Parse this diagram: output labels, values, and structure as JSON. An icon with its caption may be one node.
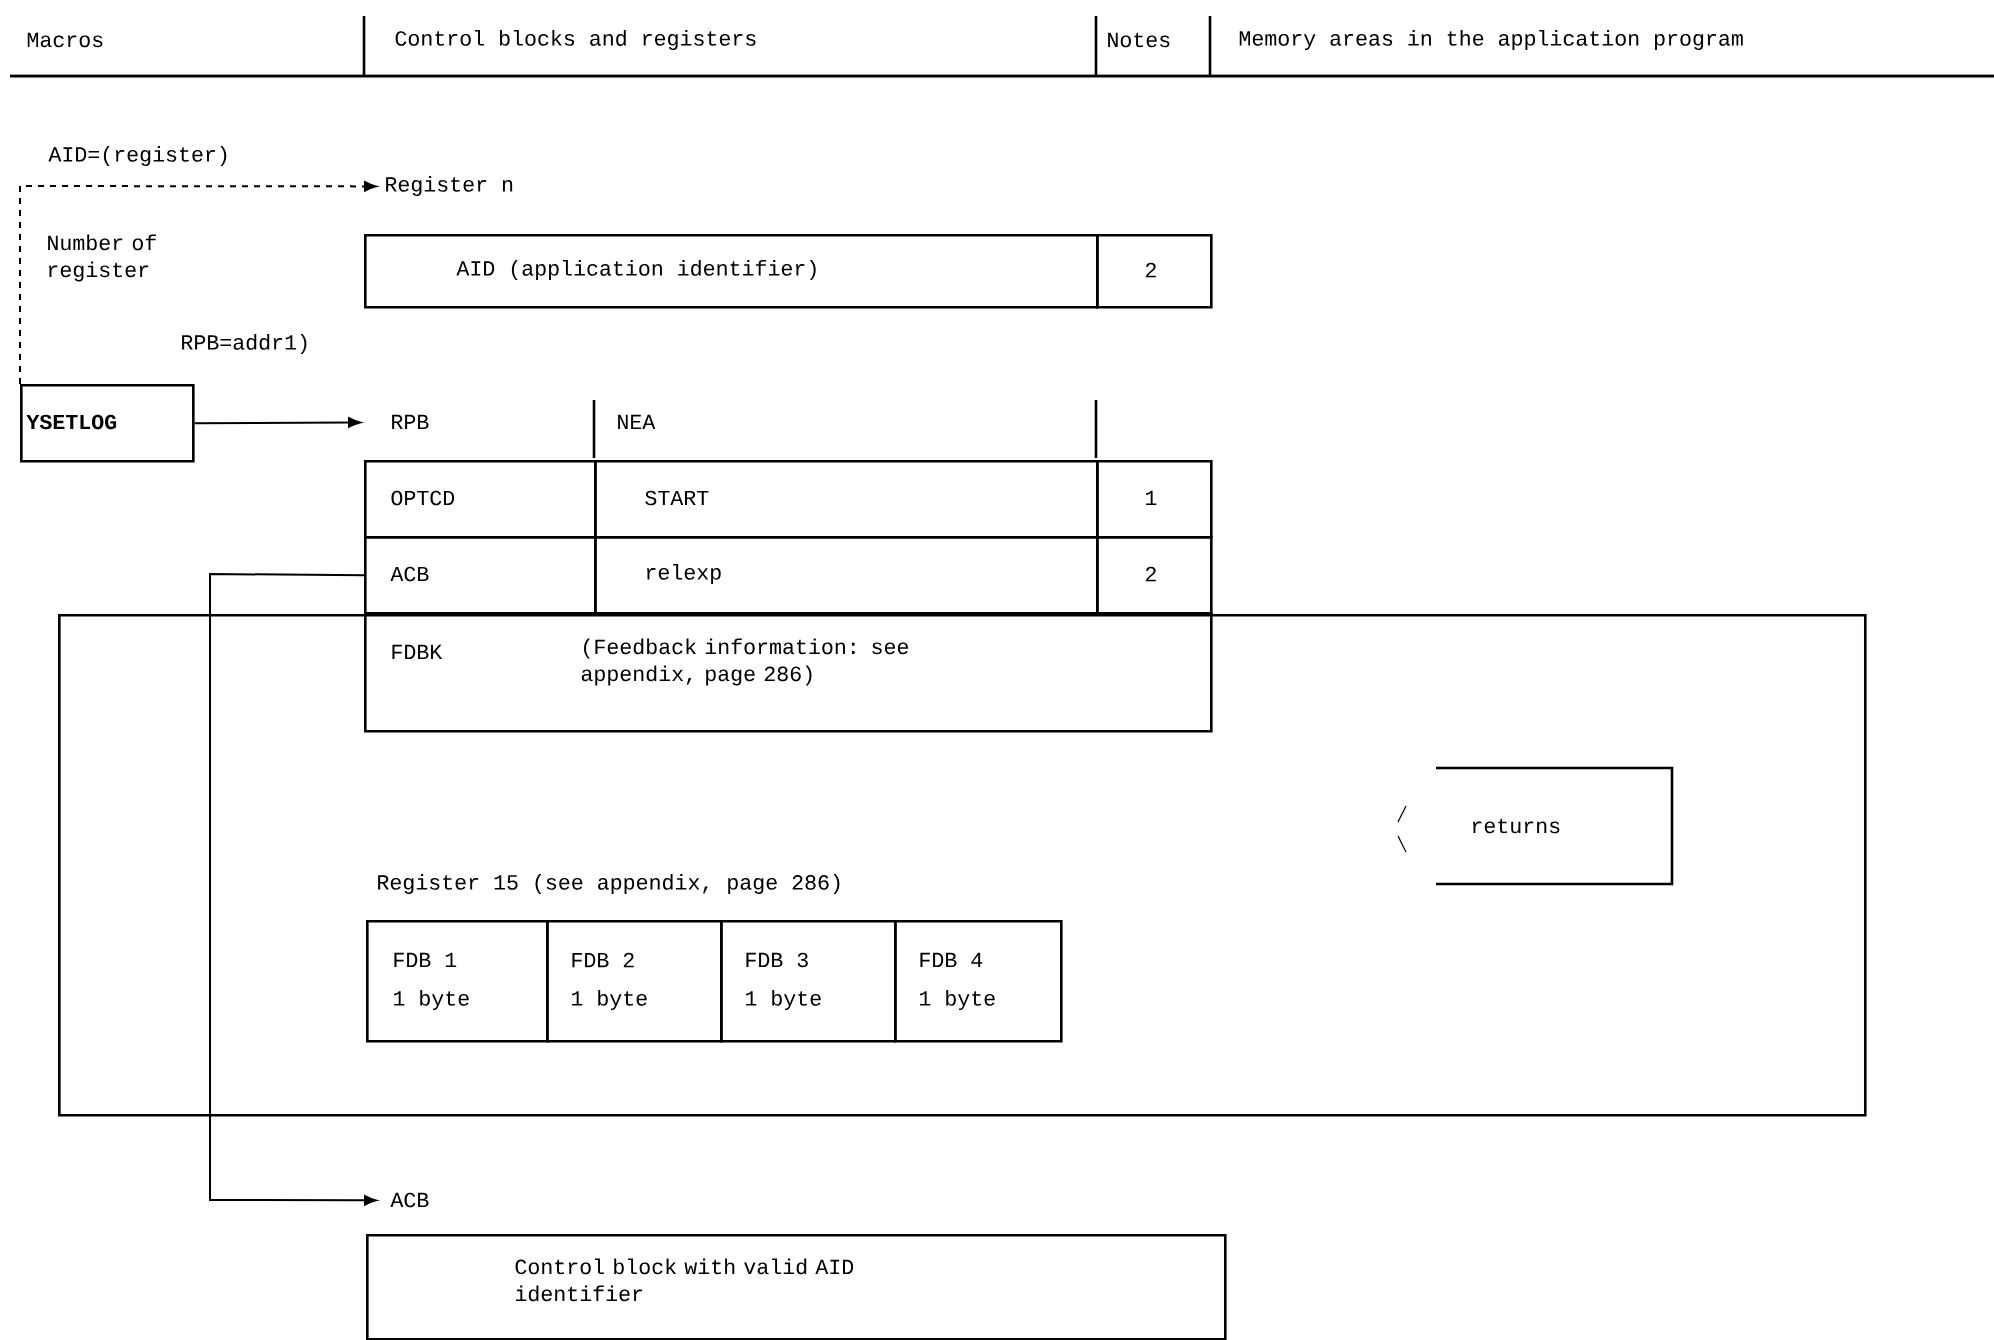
{
  "diagram": {
    "nodes": [
      {
        "text": [
          "YSETLOG"
        ]
      },
      {
        "text": [
          "Register n"
        ]
      },
      {
        "text": [
          "AID (application identifier)"
        ]
      },
      {
        "text": [
          "2"
        ]
      },
      {
        "text": [
          "RPB"
        ]
      },
      {
        "text": [
          "NEA"
        ]
      },
      {
        "text": [
          "OPTCD"
        ]
      },
      {
        "text": [
          "START"
        ]
      },
      {
        "text": [
          "1"
        ]
      },
      {
        "text": [
          "ACB"
        ]
      },
      {
        "text": [
          "relexp"
        ]
      },
      {
        "text": [
          "2"
        ]
      },
      {
        "text": [],
        "shape": "box"
      },
      {
        "text": [
          "FDBK",
          "(Feedback information: see appendix, page 286)"
        ],
        "in": 12
      },
      {
        "text": [
          "returns"
        ],
        "in": 12
      },
      {
        "text": [
          "FDB 1",
          "1 byte"
        ],
        "in": 12
      },
      {
        "text": [
          "FDB 2",
          "1 byte"
        ],
        "in": 12
      },
      {
        "text": [
          "FDB 3",
          "1 byte"
        ],
        "in": 12
      },
      {
        "text": [
          "FDB 4",
          "1 byte"
        ],
        "in": 12
      },
      {
        "text": [
          "ACB"
        ]
      },
      {
        "text": [
          "Control block with valid AID identifier"
        ]
      }
    ],
    "edges": [
      {
        "from": 0,
        "to": 1,
        "arrow": "to",
        "style": "dashed"
      },
      {
        "from": 0,
        "to": 4,
        "arrow": "to"
      },
      {
        "from": 9,
        "to": 19,
        "arrow": "to"
      }
    ],
    "labels": [
      "Macros",
      "Control blocks and registers",
      "Notes",
      "Memory areas in the application program",
      "AID=(register)",
      "Number of register",
      "RPB=addr1)",
      "Register 15 (see appendix, page 286)"
    ]
  }
}
